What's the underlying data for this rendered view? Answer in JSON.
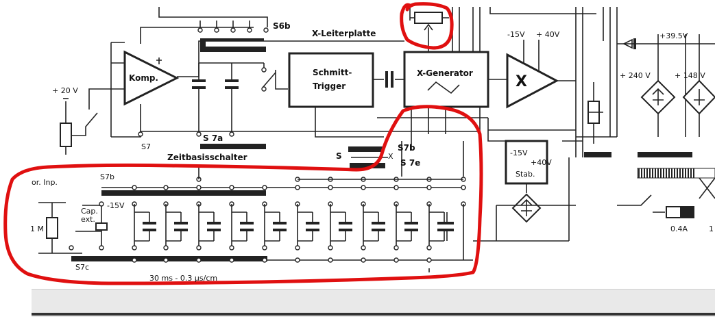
{
  "labels": {
    "s6b": "S6b",
    "x_leiterplatte": "X-Leiterplatte",
    "komp": "Komp.",
    "plus20v": "+ 20 V",
    "schmitt1": "Schmitt-",
    "schmitt2": "Trigger",
    "xgen": "X-Generator",
    "neg15v_top": "-15V",
    "pos40v_top": "+ 40V",
    "x_amp": "X",
    "pos39v5": "+39.5V",
    "pos240v": "+ 240 V",
    "pos148v": "+ 148 V",
    "s7": "S7",
    "s7a": "S 7a",
    "zeitbasis": "Zeitbasisschalter",
    "s": "S",
    "x_small": "X",
    "s7b_right": "S7b",
    "s7e": "S 7e",
    "stab_neg": "-15V",
    "stab_pos": "+40V",
    "stab": "Stab.",
    "hor_inp": "or. Inp.",
    "s7b_left": "S7b",
    "neg15v_left": "-15V",
    "cap1": "Cap.",
    "cap2": "ext.",
    "one_m": "1 M",
    "s7c": "S7c",
    "range": "30 ms - 0.3 µs/cm",
    "fuse": "0.4A",
    "one_right": "1"
  },
  "colors": {
    "annotation": "#e01010",
    "ink": "#222222"
  }
}
